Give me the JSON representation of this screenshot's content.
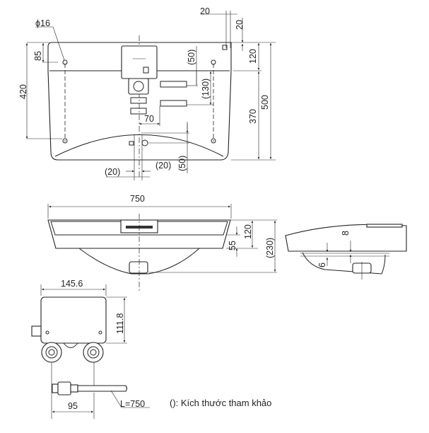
{
  "drawing": {
    "top_view": {
      "dim_20_h": "20",
      "dim_20_v": "20",
      "dim_phi16": "ϕ16",
      "dim_85": "85",
      "dim_420": "420",
      "dim_50_top": "(50)",
      "dim_120": "120",
      "dim_130": "(130)",
      "dim_500": "500",
      "dim_370": "370",
      "dim_70": "70",
      "dim_20_left": "(20)",
      "dim_20_right": "(20)",
      "dim_50_bottom": "(50)"
    },
    "front_view": {
      "dim_750": "750",
      "dim_120": "120",
      "dim_55": "55",
      "dim_230": "(230)"
    },
    "side_view": {
      "dim_8": "8",
      "dim_6": "6"
    },
    "control_box": {
      "dim_145_6": "145.6",
      "dim_111_8": "111.8",
      "dim_95": "95",
      "hose_length": "L=750"
    },
    "note": "(): Kích thước tham khảo"
  }
}
